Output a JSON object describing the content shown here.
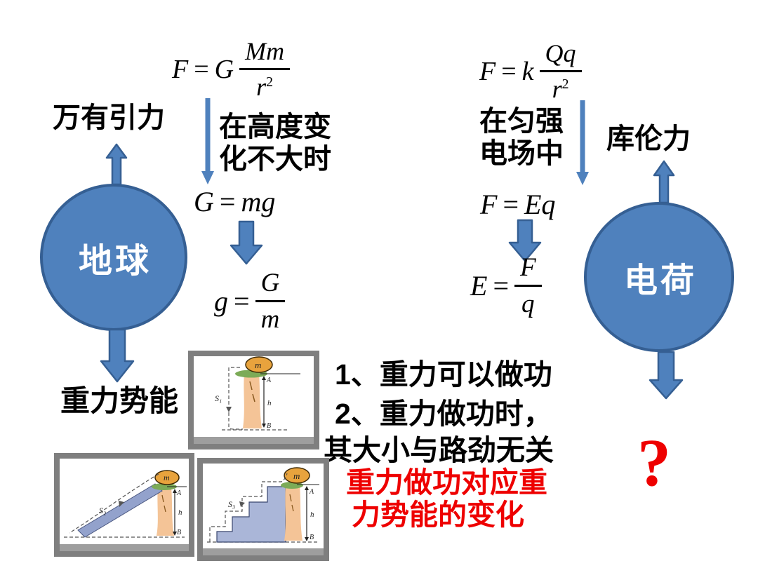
{
  "colors": {
    "accent_blue": "#4f81bd",
    "accent_blue_dark": "#355f93",
    "red": "#ee0000",
    "frame_gray": "#7f7f7f",
    "strip_gray": "#9e9e9e",
    "boulder_orange": "#e8a33d",
    "cliff_tan": "#f4c497",
    "grass_green": "#7cab57",
    "ramp_blue": "#93a2cc",
    "stairs_blue": "#aab6d8"
  },
  "left_branch": {
    "force_label": "万有引力",
    "circle_label": "地球",
    "potential_label": "重力势能",
    "condition": {
      "line1": "在高度变",
      "line2": "化不大时"
    },
    "formula_gravitation": {
      "lhs": "F",
      "equals": "=",
      "coefficient": "G",
      "numerator": "Mm",
      "denominator_base": "r",
      "denominator_exp": "2"
    },
    "formula_weight": {
      "lhs": "G",
      "equals": "=",
      "rhs": "mg"
    },
    "formula_g": {
      "lhs": "g",
      "equals": "=",
      "numerator": "G",
      "denominator": "m"
    }
  },
  "right_branch": {
    "force_label": "库伦力",
    "circle_label": "电荷",
    "condition": {
      "line1": "在匀强",
      "line2": "电场中"
    },
    "formula_coulomb": {
      "lhs": "F",
      "equals": "=",
      "coefficient": "k",
      "numerator": "Qq",
      "denominator_base": "r",
      "denominator_exp": "2"
    },
    "formula_field_force": {
      "lhs": "F",
      "equals": "=",
      "rhs": "Eq"
    },
    "formula_field_strength": {
      "lhs": "E",
      "equals": "=",
      "numerator": "F",
      "denominator": "q"
    },
    "question_mark": "?"
  },
  "notes": {
    "line1": "1、重力可以做功",
    "line2": "2、重力做功时，",
    "line3": "其大小与路劲无关",
    "highlight_line1": "重力做功对应重",
    "highlight_line2": "力势能的变化"
  },
  "diagrams": [
    {
      "mass": "m",
      "path": "S₁",
      "top_point": "A",
      "bottom_point": "B",
      "height": "h"
    },
    {
      "mass": "m",
      "path": "S₂",
      "top_point": "A",
      "bottom_point": "B",
      "height": "h"
    },
    {
      "mass": "m",
      "path": "S₃",
      "top_point": "A",
      "bottom_point": "B",
      "height": "h"
    }
  ]
}
